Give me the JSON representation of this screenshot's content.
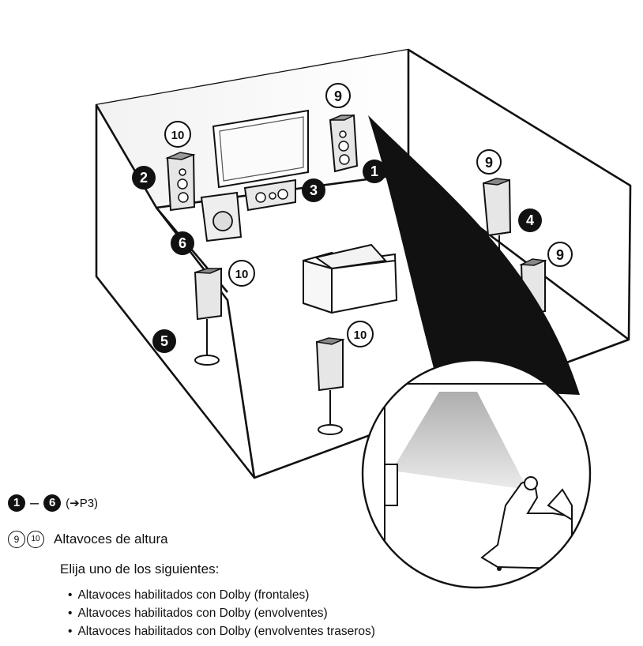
{
  "diagram": {
    "badges": {
      "b1": "1",
      "b2": "2",
      "b3": "3",
      "b4": "4",
      "b5": "5",
      "b6": "6",
      "b9a": "9",
      "b9b": "9",
      "b9c": "9",
      "b10a": "10",
      "b10b": "10",
      "b10c": "10"
    }
  },
  "legend": {
    "range_from": "1",
    "range_dash": "–",
    "range_to": "6",
    "range_ref": "(➔P3)",
    "height_nums": [
      "9",
      "10"
    ],
    "height_label": "Altavoces de altura",
    "choose_text": "Elija uno de los siguientes:",
    "options": [
      "Altavoces habilitados con Dolby (frontales)",
      "Altavoces habilitados con Dolby (envolventes)",
      "Altavoces habilitados con Dolby (envolventes traseros)"
    ]
  }
}
